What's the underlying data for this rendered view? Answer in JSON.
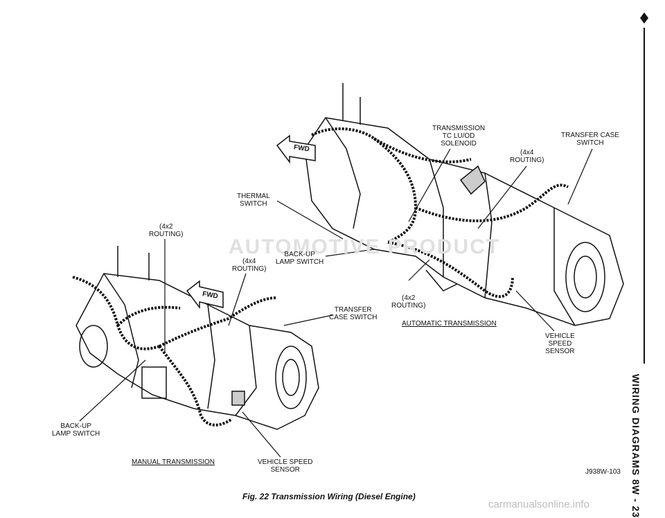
{
  "labels": {
    "transmission_tc": "TRANSMISSION\nTC LU/OD\nSOLENOID",
    "transfer_case_switch_top": "TRANSFER CASE\nSWITCH",
    "four_x4_top": "(4x4\nROUTING)",
    "thermal_switch": "THERMAL\nSWITCH",
    "four_x2_left": "(4x2\nROUTING)",
    "four_x4_mid": "(4x4\nROUTING)",
    "backup_mid": "BACK-UP\nLAMP SWITCH",
    "four_x2_mid": "(4x2\nROUTING)",
    "transfer_case_switch_mid": "TRANSFER\nCASE SWITCH",
    "automatic_transmission": "AUTOMATIC TRANSMISSION",
    "vehicle_speed_right": "VEHICLE\nSPEED\nSENSOR",
    "backup_left": "BACK-UP\nLAMP SWITCH",
    "manual_transmission": "MANUAL TRANSMISSION",
    "vehicle_speed_bottom": "VEHICLE SPEED\nSENSOR",
    "fwd_top": "FWD",
    "fwd_mid": "FWD"
  },
  "figure_code": "J938W-103",
  "caption": "Fig. 22 Transmission Wiring (Diesel Engine)",
  "sidebar": "WIRING DIAGRAMS    8W - 23",
  "watermark": "AUTOMOTIVE PRODUCT",
  "site": "carmanualsonline.info"
}
